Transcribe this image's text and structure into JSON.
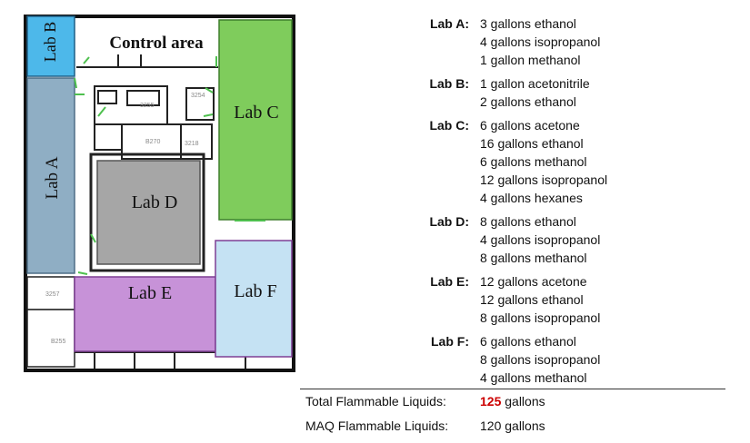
{
  "floorplan": {
    "control_area": "Control area",
    "labs": [
      {
        "name": "Lab B",
        "color": "#4db8ea"
      },
      {
        "name": "Lab A",
        "color": "#8faec4"
      },
      {
        "name": "Lab C",
        "color": "#7fcc5c"
      },
      {
        "name": "Lab D",
        "color": "#a6a6a6"
      },
      {
        "name": "Lab E",
        "color": "#c792d8"
      },
      {
        "name": "Lab F",
        "color": "#c5e2f3"
      }
    ],
    "room_numbers": [
      "3255",
      "3254",
      "B270",
      "3218",
      "3257",
      "B255"
    ]
  },
  "inventory": [
    {
      "lab": "Lab A:",
      "items": [
        "3 gallons ethanol",
        "4 gallons isopropanol",
        "1 gallon methanol"
      ]
    },
    {
      "lab": "Lab B:",
      "items": [
        "1 gallon acetonitrile",
        "2 gallons ethanol"
      ]
    },
    {
      "lab": "Lab C:",
      "items": [
        "6 gallons acetone",
        "16 gallons ethanol",
        "6 gallons methanol",
        "12 gallons isopropanol",
        "4 gallons hexanes"
      ]
    },
    {
      "lab": "Lab D:",
      "items": [
        "8 gallons ethanol",
        "4 gallons isopropanol",
        "8 gallons methanol"
      ]
    },
    {
      "lab": "Lab E:",
      "items": [
        "12 gallons acetone",
        "12 gallons ethanol",
        "8 gallons isopropanol"
      ]
    },
    {
      "lab": "Lab F:",
      "items": [
        "6 gallons ethanol",
        "8 gallons isopropanol",
        "4 gallons methanol"
      ]
    }
  ],
  "totals": {
    "total_label": "Total Flammable Liquids:",
    "total_number": "125",
    "total_unit": " gallons",
    "total_color": "#cc0000",
    "maq_label": "MAQ Flammable Liquids:",
    "maq_value": "120 gallons"
  }
}
